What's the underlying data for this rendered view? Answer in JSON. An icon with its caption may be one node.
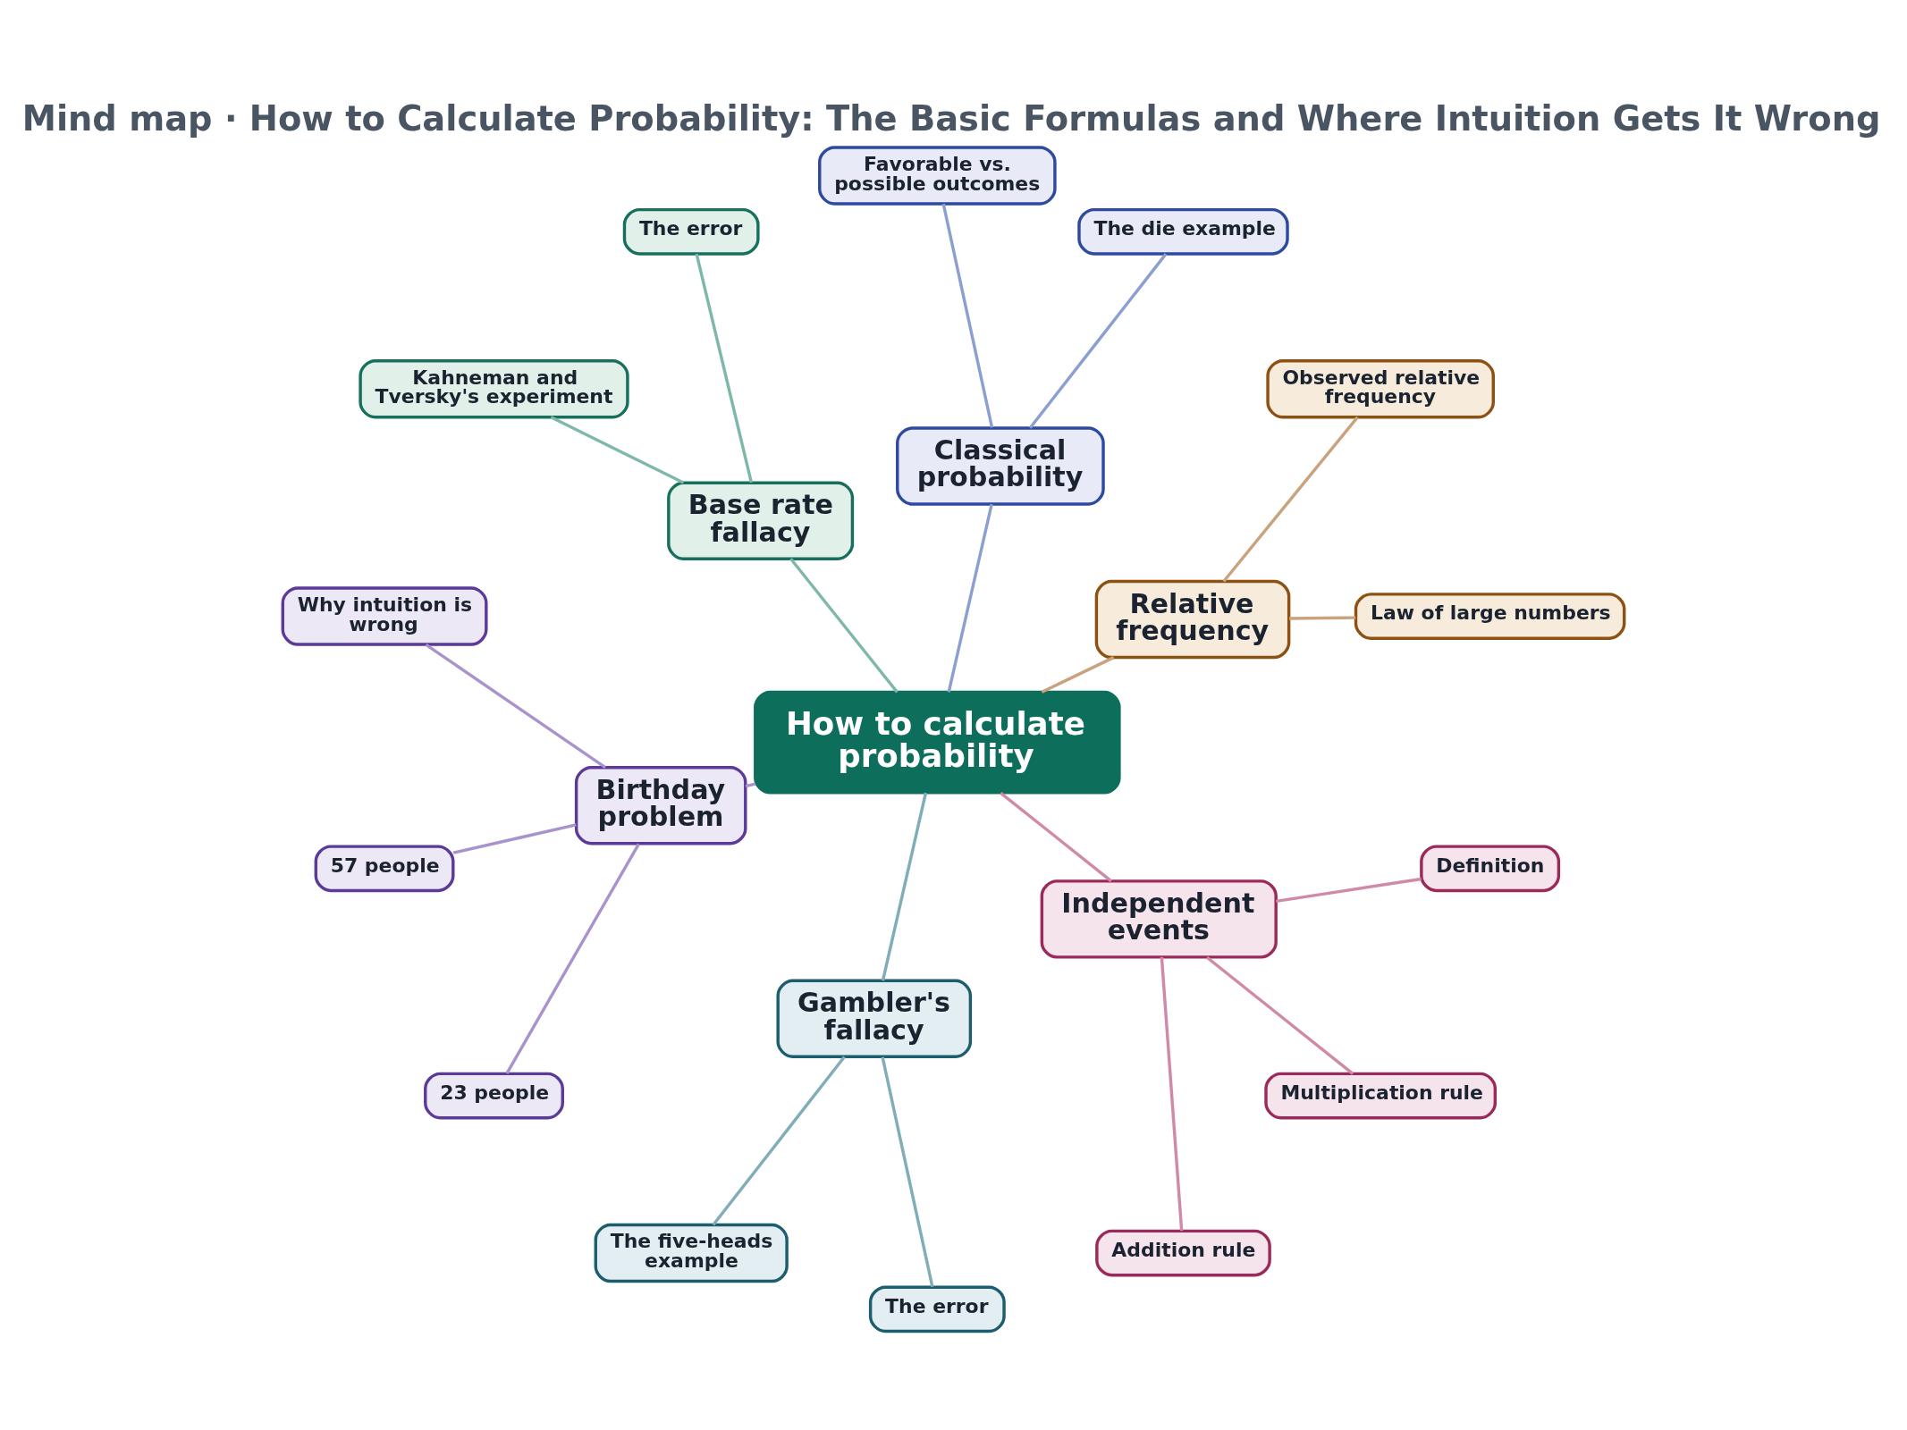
{
  "diagram": {
    "title": "Mind map · How to Calculate Probability: The Basic Formulas and Where Intuition Gets It Wrong",
    "nodes": [
      {
        "text": [
          "How to calculate probability"
        ]
      },
      {
        "text": [
          "Base rate fallacy"
        ]
      },
      {
        "text": [
          "The error"
        ]
      },
      {
        "text": [
          "Kahneman and Tversky's experiment"
        ]
      },
      {
        "text": [
          "Classical probability"
        ]
      },
      {
        "text": [
          "Favorable vs. possible outcomes"
        ]
      },
      {
        "text": [
          "The die example"
        ]
      },
      {
        "text": [
          "Relative frequency"
        ]
      },
      {
        "text": [
          "Observed relative frequency"
        ]
      },
      {
        "text": [
          "Law of large numbers"
        ]
      },
      {
        "text": [
          "Independent events"
        ]
      },
      {
        "text": [
          "Definition"
        ]
      },
      {
        "text": [
          "Multiplication rule"
        ]
      },
      {
        "text": [
          "Addition rule"
        ]
      },
      {
        "text": [
          "Gambler's fallacy"
        ]
      },
      {
        "text": [
          "The five-heads example"
        ]
      },
      {
        "text": [
          "The error"
        ]
      },
      {
        "text": [
          "Birthday problem"
        ]
      },
      {
        "text": [
          "Why intuition is wrong"
        ]
      },
      {
        "text": [
          "57 people"
        ]
      },
      {
        "text": [
          "23 people"
        ]
      }
    ],
    "edges": [
      {
        "from": 0,
        "to": 1,
        "arrow": "none",
        "color": "#7fb8ab"
      },
      {
        "from": 1,
        "to": 2,
        "arrow": "none",
        "color": "#7fb8ab"
      },
      {
        "from": 1,
        "to": 3,
        "arrow": "none",
        "color": "#7fb8ab"
      },
      {
        "from": 0,
        "to": 4,
        "arrow": "none",
        "color": "#8b9fd0"
      },
      {
        "from": 4,
        "to": 5,
        "arrow": "none",
        "color": "#8b9fd0"
      },
      {
        "from": 4,
        "to": 6,
        "arrow": "none",
        "color": "#8b9fd0"
      },
      {
        "from": 0,
        "to": 7,
        "arrow": "none",
        "color": "#c9a27e"
      },
      {
        "from": 7,
        "to": 8,
        "arrow": "none",
        "color": "#c9a27e"
      },
      {
        "from": 7,
        "to": 9,
        "arrow": "none",
        "color": "#c9a27e"
      },
      {
        "from": 0,
        "to": 10,
        "arrow": "none",
        "color": "#d08aa8"
      },
      {
        "from": 10,
        "to": 11,
        "arrow": "none",
        "color": "#d08aa8"
      },
      {
        "from": 10,
        "to": 12,
        "arrow": "none",
        "color": "#d08aa8"
      },
      {
        "from": 10,
        "to": 13,
        "arrow": "none",
        "color": "#d08aa8"
      },
      {
        "from": 0,
        "to": 14,
        "arrow": "none",
        "color": "#80adb8"
      },
      {
        "from": 14,
        "to": 15,
        "arrow": "none",
        "color": "#80adb8"
      },
      {
        "from": 14,
        "to": 16,
        "arrow": "none",
        "color": "#80adb8"
      },
      {
        "from": 0,
        "to": 17,
        "arrow": "none",
        "color": "#a993cc"
      },
      {
        "from": 17,
        "to": 18,
        "arrow": "none",
        "color": "#a993cc"
      },
      {
        "from": 17,
        "to": 19,
        "arrow": "none",
        "color": "#a993cc"
      },
      {
        "from": 17,
        "to": 20,
        "arrow": "none",
        "color": "#a993cc"
      }
    ]
  }
}
